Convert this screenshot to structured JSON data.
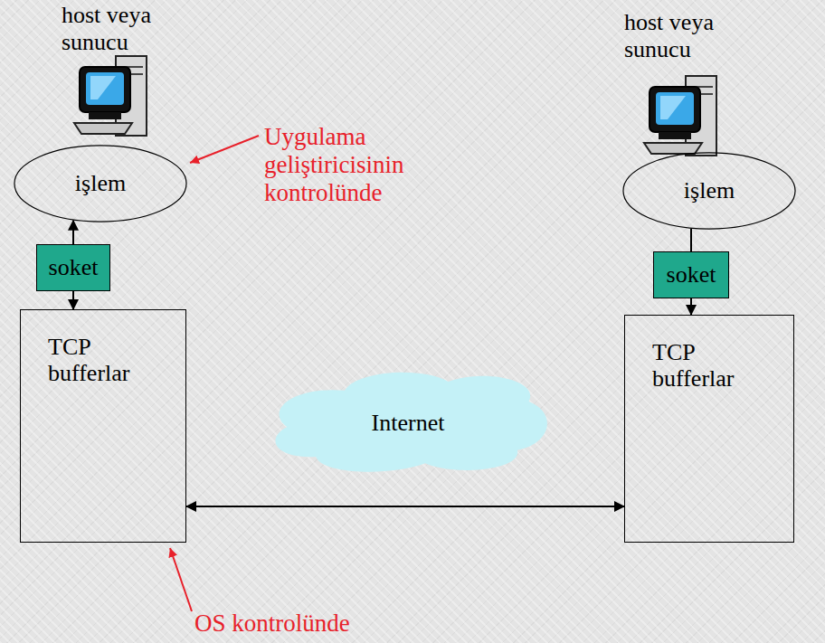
{
  "diagram": {
    "nodes": [
      {
        "text": [
          "işlem"
        ]
      },
      {
        "text": [
          "soket"
        ]
      },
      {
        "text": [
          "TCP bufferlar"
        ]
      },
      {
        "text": [
          "Internet"
        ]
      },
      {
        "text": [
          "işlem"
        ]
      },
      {
        "text": [
          "soket"
        ]
      },
      {
        "text": [
          "TCP bufferlar"
        ]
      }
    ],
    "edges": [
      {
        "from": 1,
        "to": 0,
        "arrow": "to"
      },
      {
        "from": 1,
        "to": 2,
        "arrow": "to"
      },
      {
        "from": 2,
        "to": 6,
        "arrow": "both"
      },
      {
        "from": 4,
        "to": 5,
        "arrow": "none"
      },
      {
        "from": 5,
        "to": 6,
        "arrow": "to"
      }
    ],
    "labels": [
      "host veya sunucu",
      "host veya sunucu",
      "Uygulama geliştiricisinin kontrolünde",
      "OS kontrolünde"
    ]
  }
}
